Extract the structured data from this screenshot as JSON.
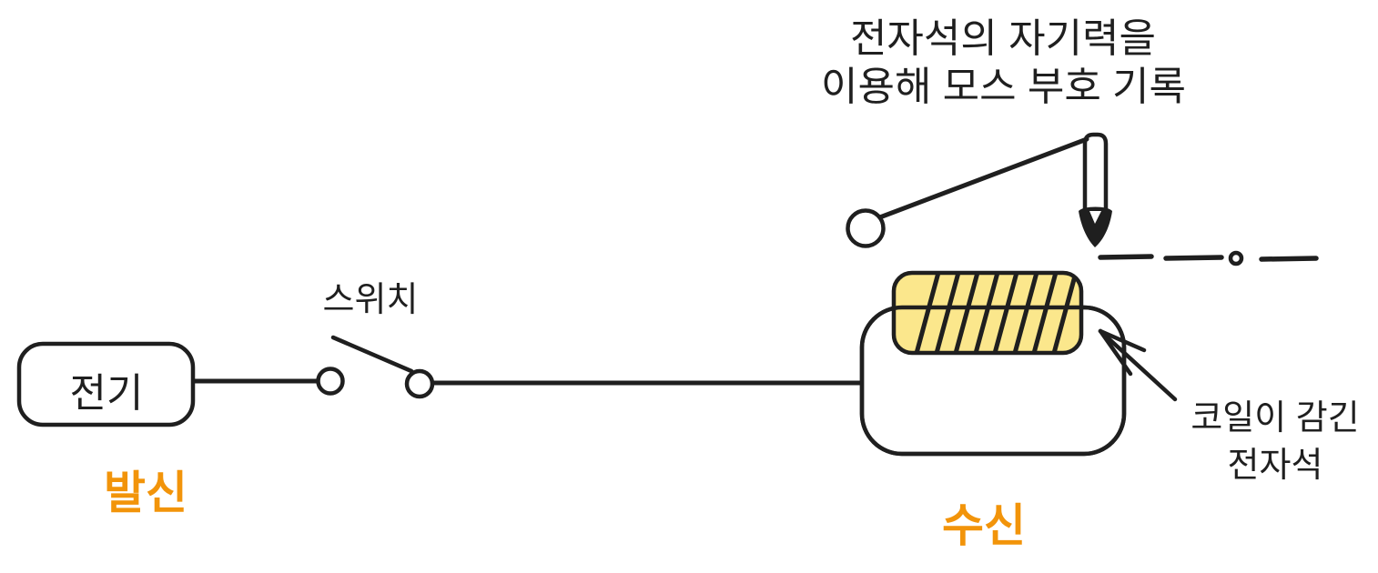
{
  "diagram": {
    "title_note": {
      "line1": "전자석의 자기력을",
      "line2": "이용해 모스 부호 기록"
    },
    "switch_label": "스위치",
    "battery_label": "전기",
    "sender_label": "발신",
    "receiver_label": "수신",
    "coil_label": {
      "line1": "코일이 감긴",
      "line2": "전자석"
    },
    "morse_marks": [
      "dash",
      "dash",
      "dot",
      "dash"
    ],
    "colors": {
      "stroke": "#1f1f1f",
      "accent_orange": "#F2940A",
      "coil_fill": "#FBE78C",
      "background": "#ffffff"
    }
  }
}
